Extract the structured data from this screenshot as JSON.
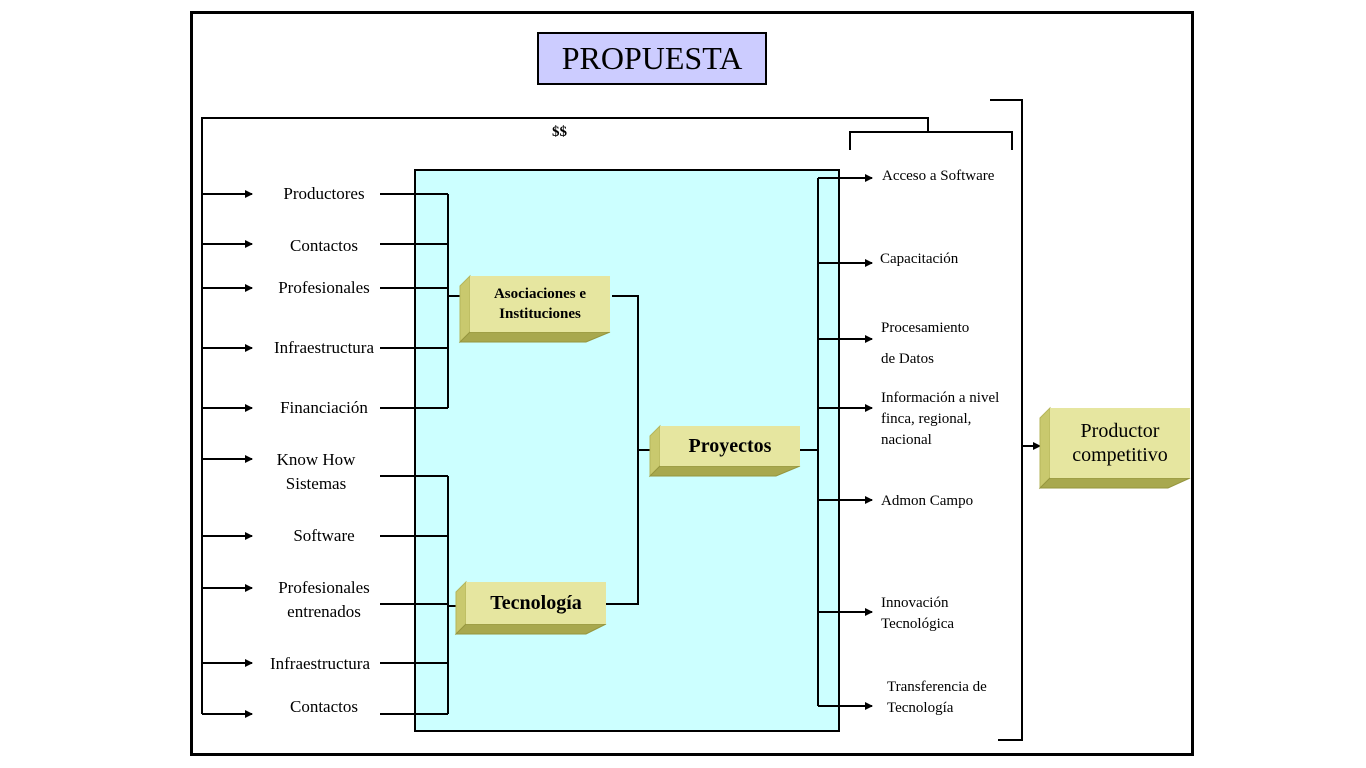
{
  "title": "PROPUESTA",
  "money_label": "$$",
  "inputs_top": [
    "Productores",
    "Contactos",
    "Profesionales",
    "Infraestructura",
    "Financiación"
  ],
  "inputs_bottom": [
    "Know How\nSistemas",
    "Software",
    "Profesionales\nentrenados",
    "Infraestructura",
    "Contactos"
  ],
  "hubs": {
    "associations": "Asociaciones e\nInstituciones",
    "technology": "Tecnología",
    "projects": "Proyectos"
  },
  "outputs": [
    "Acceso a Software",
    "Capacitación",
    "Procesamiento\nde Datos",
    "Información a nivel\nfinca, regional,\nnacional",
    "Admon Campo",
    "Innovación\nTecnológica",
    "Transferencia de\nTecnología"
  ],
  "result": "Productor\ncompetitivo",
  "colors": {
    "panel": "#ccffff",
    "title_bg": "#ccccff",
    "block_face": "#e6e6a0"
  }
}
